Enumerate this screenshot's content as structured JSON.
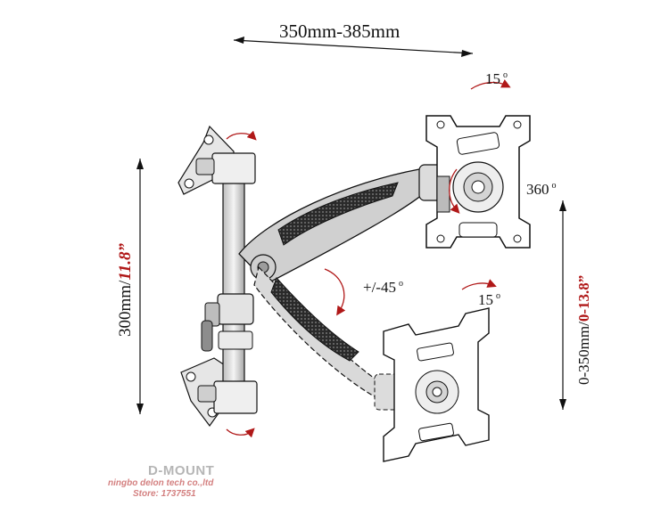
{
  "dimensions": {
    "width_range": "350mm-385mm",
    "height_left_mm": "300mm/",
    "height_left_in": "11.8”",
    "height_right_mm": "0-350mm/",
    "height_right_in": "0-13.8”"
  },
  "angles": {
    "top_tilt": "15",
    "rotation": "360",
    "swivel": "+/-45",
    "bottom_tilt": "15"
  },
  "watermark": {
    "brand": "D-MOUNT",
    "company": "ningbo delon tech co.,ltd",
    "store": "Store: 1737551"
  },
  "colors": {
    "accent": "#b01818",
    "line": "#111111",
    "metal": "#d9d9d9"
  }
}
